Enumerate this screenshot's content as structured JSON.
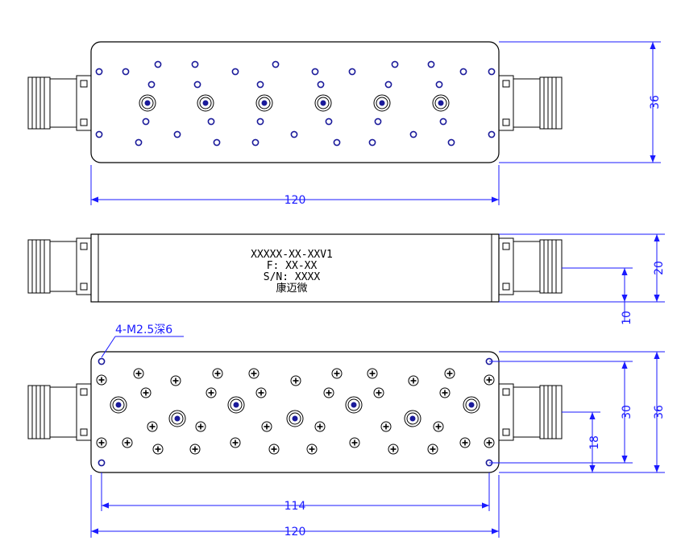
{
  "colors": {
    "dimension": "#1a1aff",
    "outline": "#000000",
    "hole": "#1a1a9a"
  },
  "top_view": {
    "width_label": "120",
    "height_label": "36"
  },
  "side_view": {
    "label_lines": [
      "XXXXX-XX-XXV1",
      "F: XX-XX",
      "S/N: XXXX",
      "康迈微"
    ],
    "height_label": "20",
    "connector_offset_label": "10"
  },
  "bottom_view": {
    "thread_note": "4-M2.5深6",
    "inner_width_label": "114",
    "width_label": "120",
    "height_label": "36",
    "inner_height_label": "30",
    "connector_offset_label": "18"
  }
}
